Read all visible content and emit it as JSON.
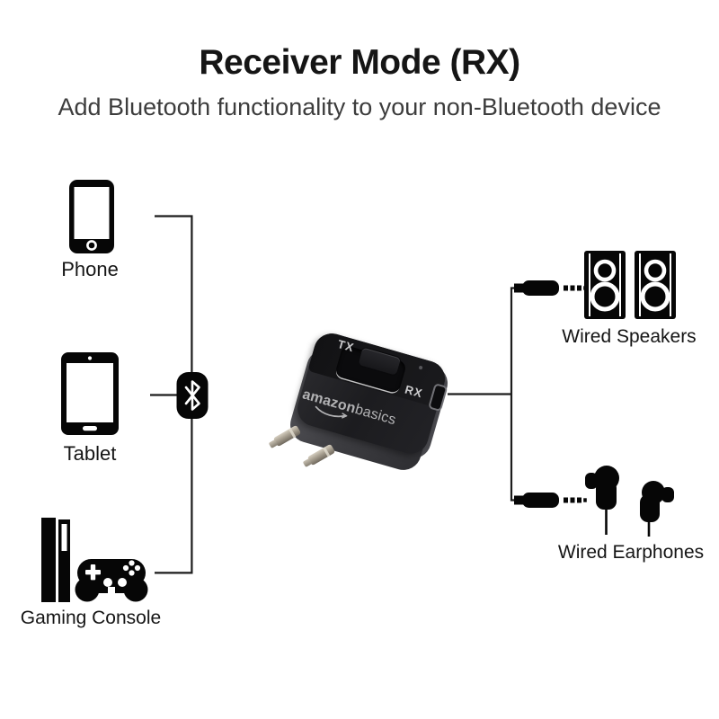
{
  "header": {
    "title": "Receiver Mode (RX)",
    "subtitle": "Add Bluetooth functionality to your non-Bluetooth device"
  },
  "sources": {
    "phone_label": "Phone",
    "tablet_label": "Tablet",
    "console_label": "Gaming Console"
  },
  "bluetooth": {
    "icon": "bluetooth-icon"
  },
  "device": {
    "brand_bold": "amazon",
    "brand_light": "basics",
    "tx_label": "TX",
    "rx_label": "RX"
  },
  "outputs": {
    "speakers_label": "Wired Speakers",
    "earphones_label": "Wired Earphones"
  },
  "colors": {
    "background": "#ffffff",
    "line": "#1c1c1c",
    "icon_fill": "#060606",
    "title_text": "#151515",
    "subtitle_text": "#3d3d3d",
    "device_face": "#1d1d20",
    "device_side": "#47474b",
    "device_label_text": "#cbcbcd",
    "logo_text": "#b2b2b4",
    "rca_plug_metal": "#a79f90"
  }
}
